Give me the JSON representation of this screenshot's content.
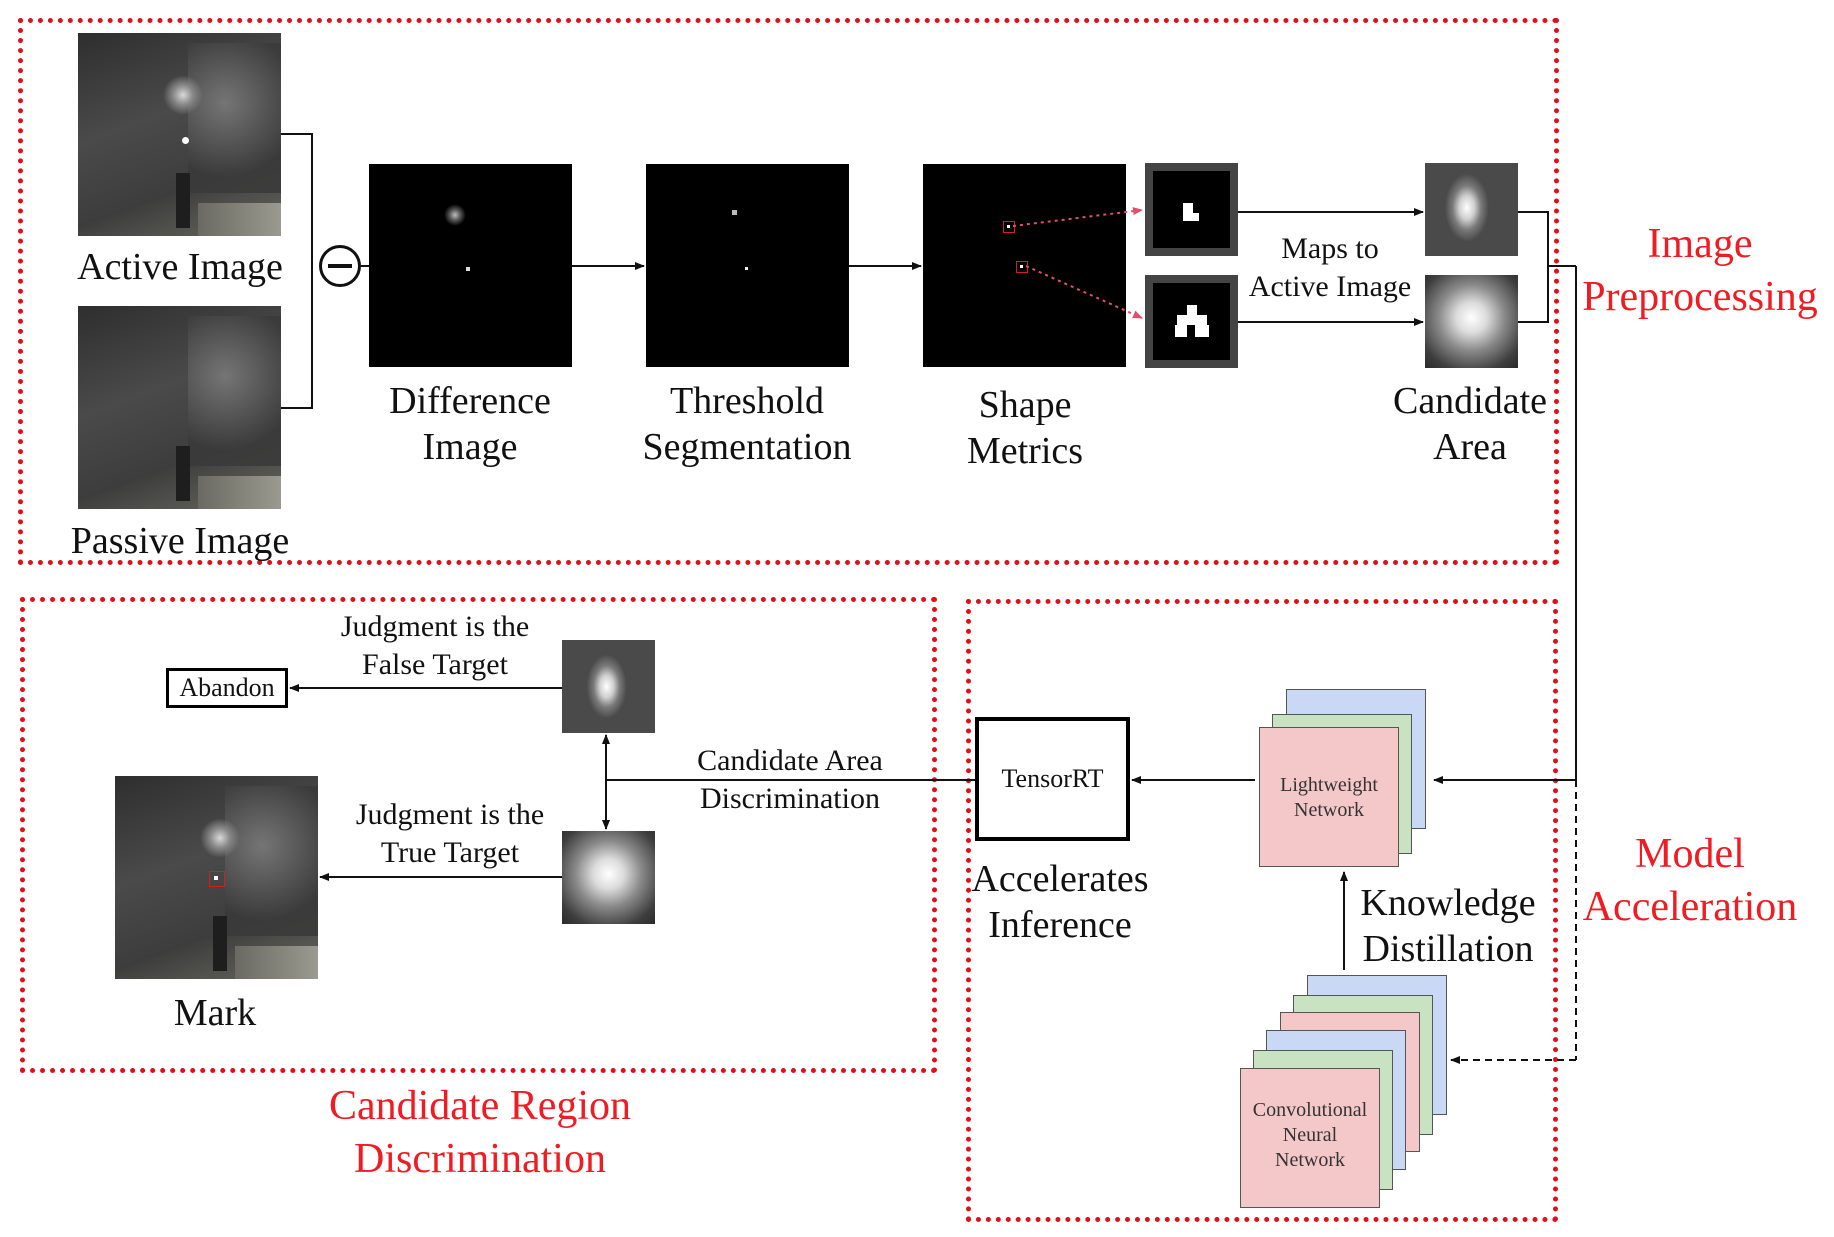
{
  "labels": {
    "active_image": "Active Image",
    "passive_image": "Passive Image",
    "difference_image": [
      "Difference",
      "Image"
    ],
    "threshold_segmentation": [
      "Threshold",
      "Segmentation"
    ],
    "shape_metrics": [
      "Shape",
      "Metrics"
    ],
    "maps_to_active": [
      "Maps to",
      "Active Image"
    ],
    "candidate_area": [
      "Candidate",
      "Area"
    ],
    "judgment_false": [
      "Judgment is the",
      "False Target"
    ],
    "judgment_true": [
      "Judgment is the",
      "True Target"
    ],
    "abandon": "Abandon",
    "candidate_area_discrimination": [
      "Candidate Area",
      "Discrimination"
    ],
    "mark": "Mark",
    "tensorrt": "TensorRT",
    "accelerates_inference": [
      "Accelerates",
      "Inference"
    ],
    "lightweight_network": [
      "Lightweight",
      "Network"
    ],
    "knowledge_distillation": [
      "Knowledge",
      "Distillation"
    ],
    "cnn": [
      "Convolutional",
      "Neural",
      "Network"
    ],
    "minus_symbol": "−"
  },
  "sections": {
    "image_preprocessing": [
      "Image",
      "Preprocessing"
    ],
    "model_acceleration": [
      "Model",
      "Acceleration"
    ],
    "candidate_region_discrimination": [
      "Candidate Region",
      "Discrimination"
    ]
  },
  "colors": {
    "section_border": "#e0101b",
    "section_title": "#ef1c24",
    "card_pink": "#f4c7c9",
    "card_green": "#c9e3c2",
    "card_blue": "#c9d8f4"
  }
}
